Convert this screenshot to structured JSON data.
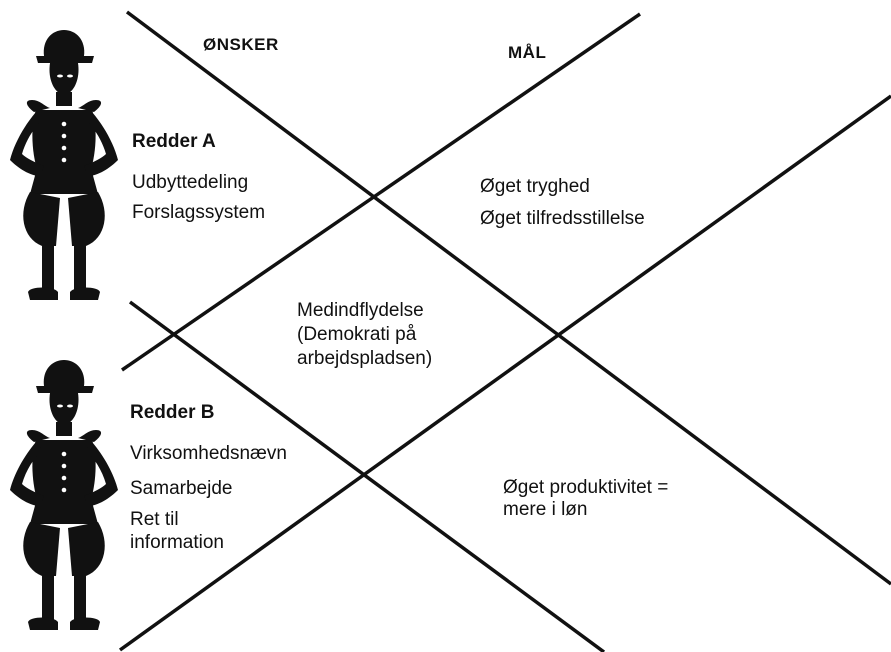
{
  "headers": {
    "wishes": "ØNSKER",
    "goals": "MÅL"
  },
  "rescuer_a": {
    "name": "Redder A",
    "wishes": [
      "Udbyttedeling",
      "Forslagssystem"
    ],
    "goals": [
      "Øget tryghed",
      "Øget tilfredsstillelse"
    ]
  },
  "shared": {
    "lines": [
      "Medindflydelse",
      "(Demokrati på",
      "arbejdspladsen)"
    ]
  },
  "rescuer_b": {
    "name": "Redder B",
    "wishes": [
      "Virksomhedsnævn",
      "Samarbejde",
      "Ret til",
      "information"
    ],
    "goals": [
      "Øget produktivitet =",
      "mere i løn"
    ]
  },
  "colors": {
    "ink": "#111111",
    "background": "#ffffff"
  }
}
